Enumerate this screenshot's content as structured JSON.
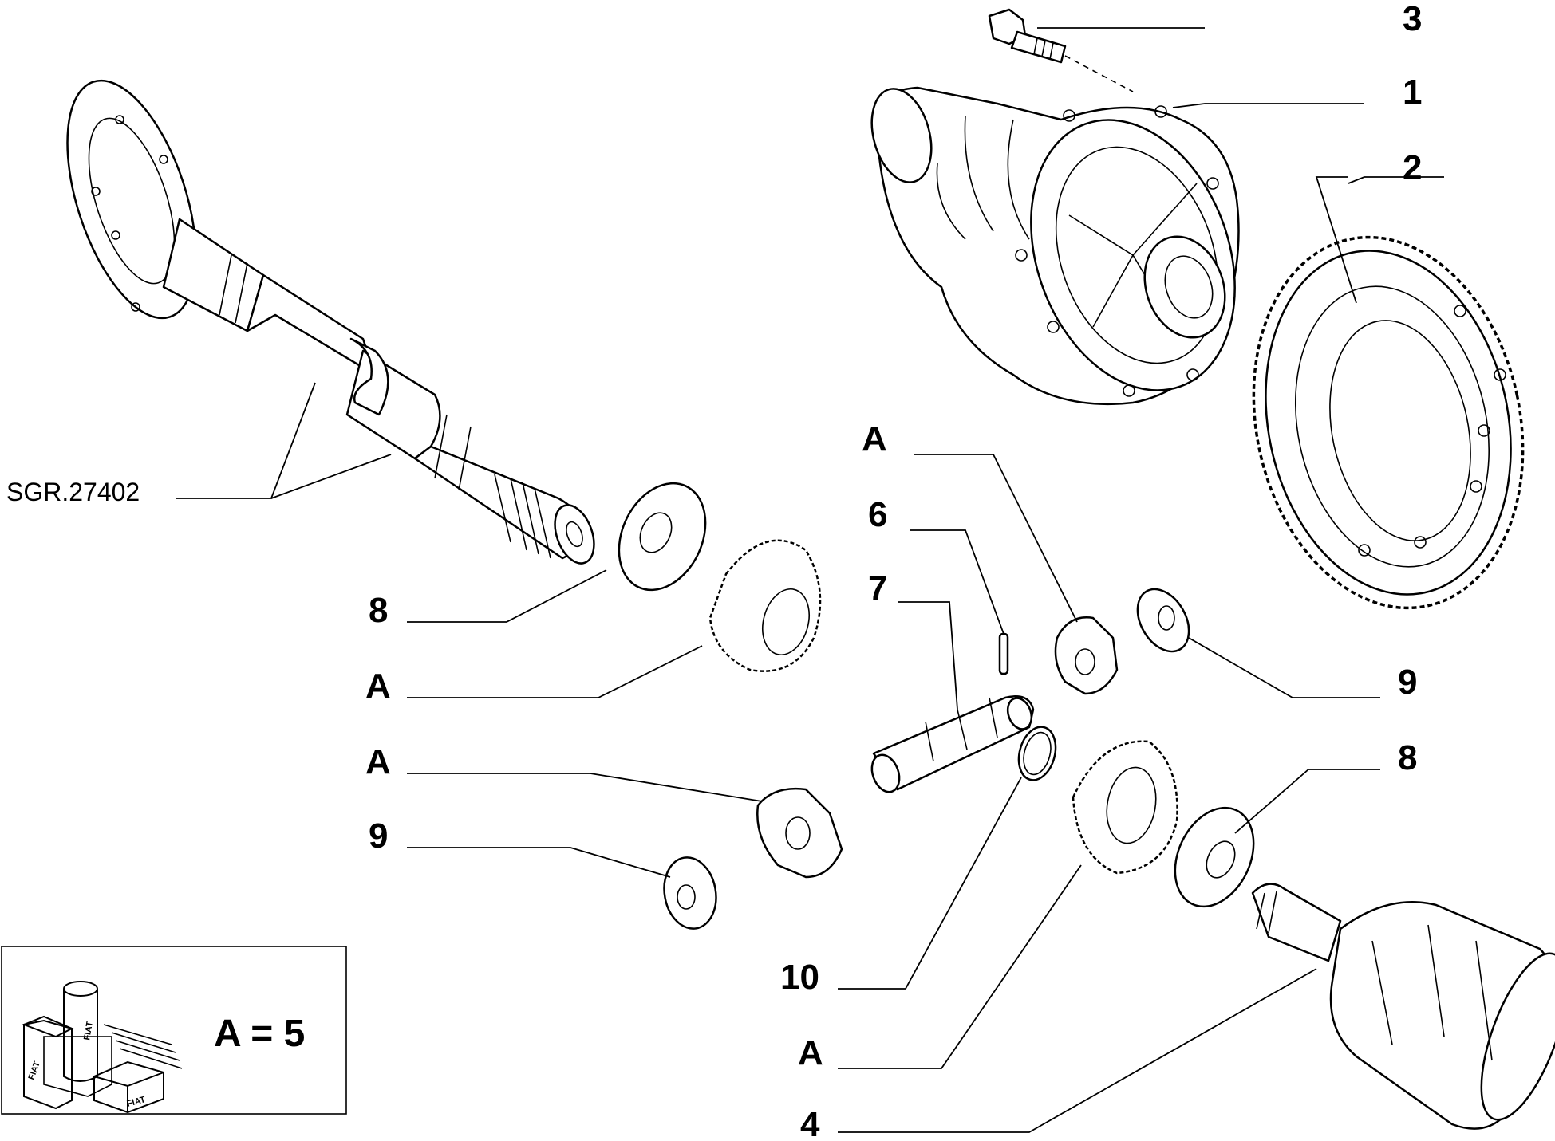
{
  "diagram": {
    "reference_code": "SGR.27402",
    "callouts": {
      "c1": "1",
      "c2": "2",
      "c3": "3",
      "c4": "4",
      "c6": "6",
      "c7": "7",
      "c8_left": "8",
      "c8_right": "8",
      "c9_left": "9",
      "c9_right": "9",
      "c10": "10",
      "a_top": "A",
      "a_left_upper": "A",
      "a_left_lower": "A",
      "a_bottom": "A"
    },
    "legend": {
      "text": "A = 5",
      "package_mark": "FIAT"
    }
  }
}
